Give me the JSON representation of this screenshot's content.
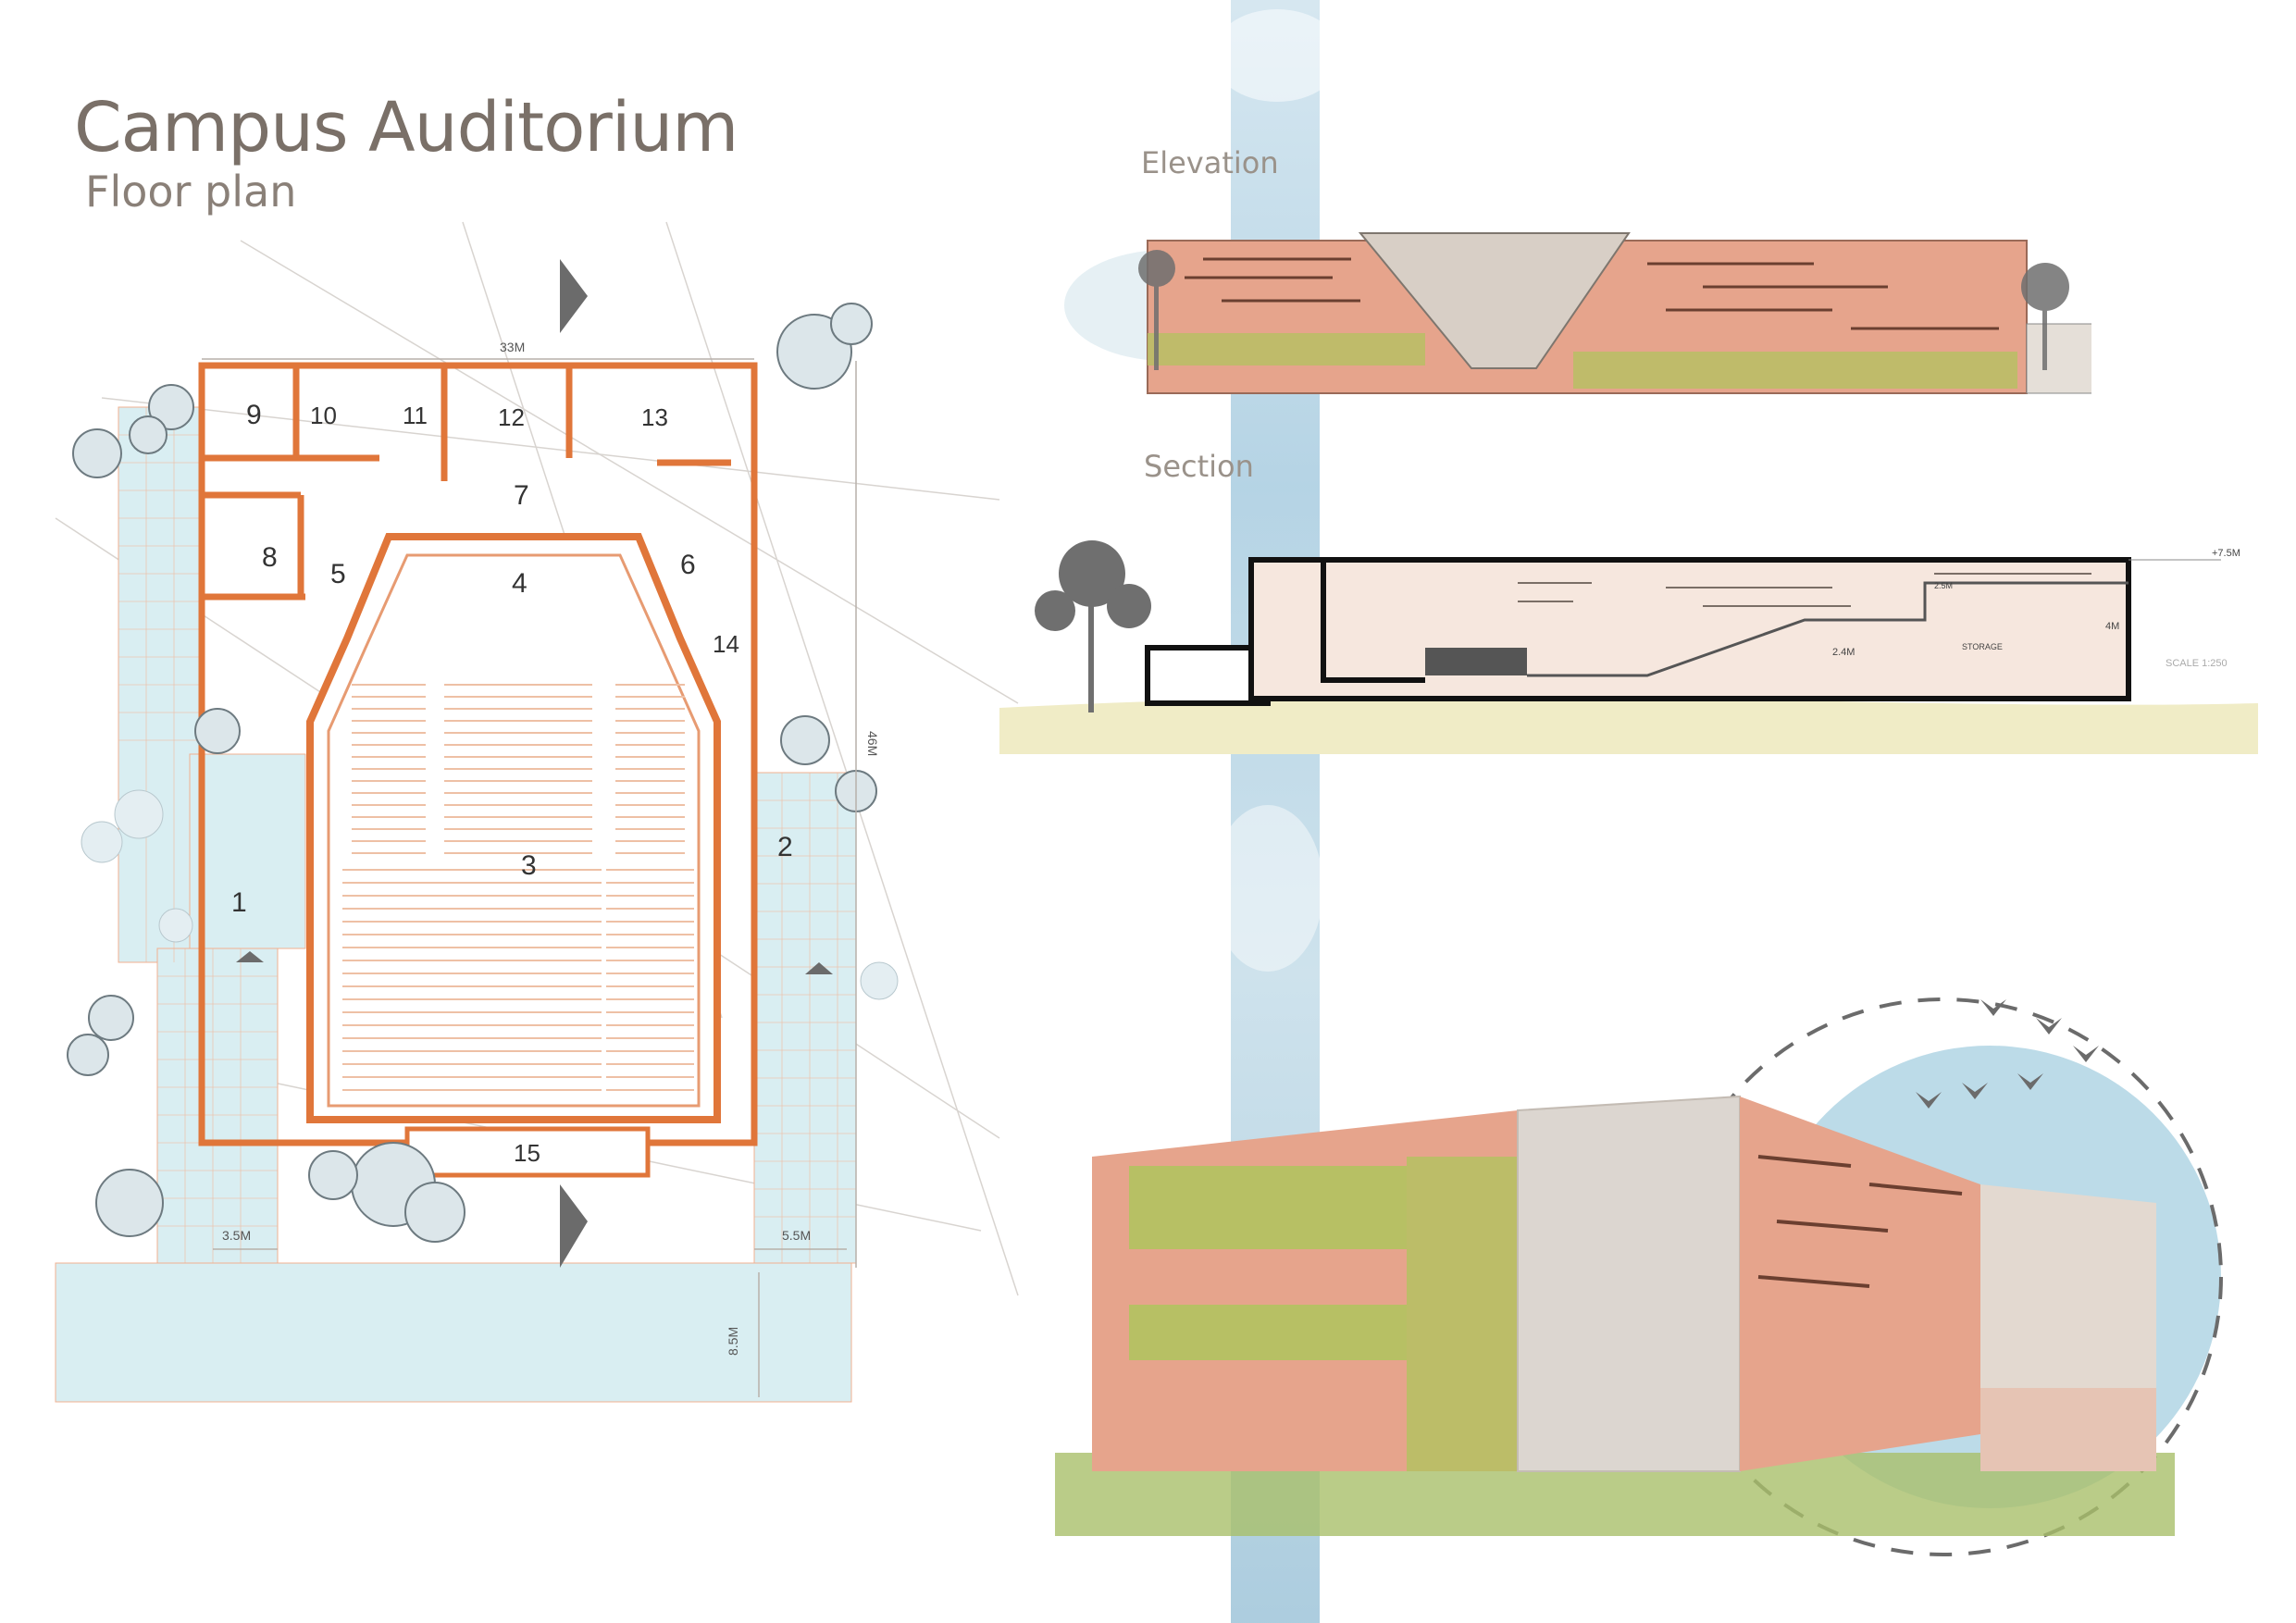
{
  "title": "Campus Auditorium",
  "subtitle": "Floor plan",
  "panels": {
    "elevation_label": "Elevation",
    "section_label": "Section"
  },
  "plan": {
    "room_numbers": [
      "1",
      "2",
      "3",
      "4",
      "5",
      "6",
      "7",
      "8",
      "9",
      "10",
      "11",
      "12",
      "13",
      "14",
      "15"
    ],
    "dimensions": {
      "width": "33M",
      "depth": "46M",
      "left_offset": "3.5M",
      "right_offset": "5.5M",
      "front_setback": "8.5M"
    }
  },
  "section": {
    "heights": {
      "top": "+7.5M",
      "lower": "2.4M",
      "upper": "4M",
      "gallery": "2.5M"
    },
    "storage_label": "STORAGE",
    "scale_label": "SCALE 1:250"
  },
  "colors": {
    "wall": "#e0763a",
    "paving": "#cfe8ee",
    "water_band": "#b9d6e4",
    "facade": "#e6a48c",
    "green": "#b7c064",
    "concrete": "#dcd6d0",
    "sky_circle": "#bcdbe8"
  }
}
